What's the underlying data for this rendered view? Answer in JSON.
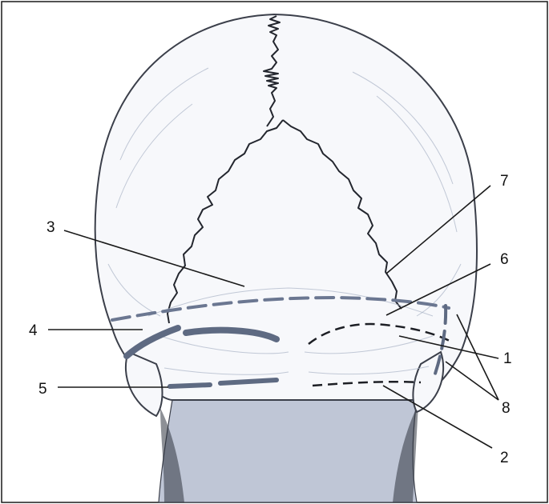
{
  "diagram": {
    "colors": {
      "incision": "#5e6a82",
      "incision_light": "#6b7791",
      "dashed_black": "#1d1f25",
      "line": "#1a1a1a"
    },
    "labels": [
      {
        "id": "1",
        "text": "1"
      },
      {
        "id": "2",
        "text": "2"
      },
      {
        "id": "3",
        "text": "3"
      },
      {
        "id": "4",
        "text": "4"
      },
      {
        "id": "5",
        "text": "5"
      },
      {
        "id": "6",
        "text": "6"
      },
      {
        "id": "7",
        "text": "7"
      },
      {
        "id": "8",
        "text": "8"
      }
    ]
  }
}
